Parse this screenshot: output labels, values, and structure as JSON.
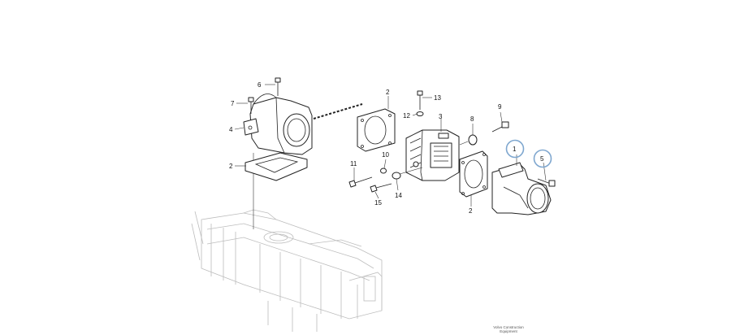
{
  "diagram": {
    "callouts": [
      {
        "id": "c6",
        "label": "6"
      },
      {
        "id": "c7",
        "label": "7"
      },
      {
        "id": "c4",
        "label": "4"
      },
      {
        "id": "c2a",
        "label": "2"
      },
      {
        "id": "c2b",
        "label": "2"
      },
      {
        "id": "c2c",
        "label": "2"
      },
      {
        "id": "c3",
        "label": "3"
      },
      {
        "id": "c13",
        "label": "13"
      },
      {
        "id": "c12",
        "label": "12"
      },
      {
        "id": "c9",
        "label": "9"
      },
      {
        "id": "c8",
        "label": "8"
      },
      {
        "id": "c10",
        "label": "10"
      },
      {
        "id": "c11",
        "label": "11"
      },
      {
        "id": "c14",
        "label": "14"
      },
      {
        "id": "c15",
        "label": "15"
      },
      {
        "id": "c1",
        "label": "1"
      },
      {
        "id": "c5",
        "label": "5"
      }
    ],
    "highlighted_callouts": [
      "1",
      "5"
    ],
    "highlight_color": "#7fa7cf"
  },
  "footer": {
    "line1": "Volvo Construction",
    "line2": "Equipment"
  }
}
